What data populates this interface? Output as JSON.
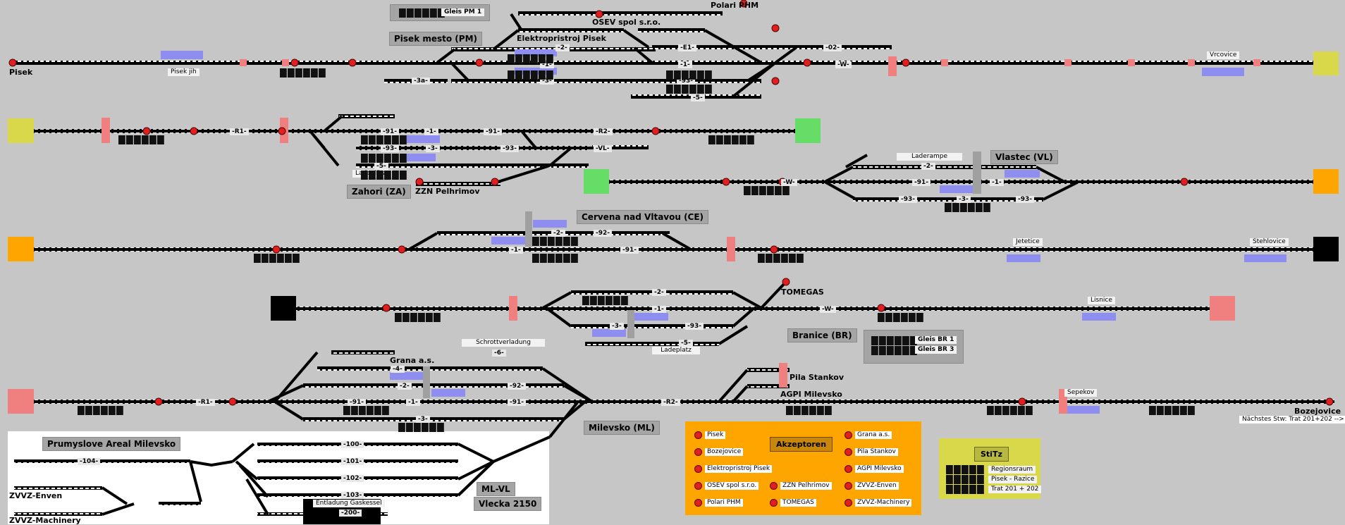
{
  "stations": {
    "pisek": "Pisek",
    "pisek_jih": "Pisek jih",
    "pisek_mesto": "Pisek mesto (PM)",
    "gleis_pm": "Gleis PM 1",
    "elektropristroj": "Elektropristroj Pisek",
    "osev": "OSEV spol s.r.o.",
    "polari": "Polari PHM",
    "vrcovice": "Vrcovice",
    "zahori": "Zahori (ZA)",
    "ladeplaetze": "Ladeplätze",
    "zzn": "ZZN Pelhrimov",
    "laderampe": "Laderampe",
    "vlastec": "Vlastec (VL)",
    "cervena": "Cervena nad Vltavou (CE)",
    "jetetice": "Jetetice",
    "stehlovice": "Stehlovice",
    "tomegas": "TOMEGAS",
    "branice": "Branice (BR)",
    "gleis_br1": "Gleis BR 1",
    "gleis_br3": "Gleis BR 3",
    "ladeplatz": "Ladeplatz",
    "lisnice": "Lisnice",
    "schrottverladung": "Schrottverladung",
    "grana": "Grana a.s.",
    "pila": "Pila Stankov",
    "agpi": "AGPI Milevsko",
    "sepekov": "Sepekov",
    "milevsko": "Milevsko (ML)",
    "bozejovice": "Bozejovice",
    "naechstes": "Nächstes Stw: Trat 201+202 -->",
    "areal": "Prumyslove Areal Milevsko",
    "zvvz_enven": "ZVVZ-Enven",
    "zvvz_machinery": "ZVVZ-Machinery",
    "entladung": "Entladung Gaskessel",
    "ml_vl": "ML-VL",
    "vlecka": "Vlecka 2150"
  },
  "tracks": {
    "t_1": "-1-",
    "t_2": "-2-",
    "t_3": "-3-",
    "t_3a": "-3a-",
    "t_e1": "-E1-",
    "t_93": "-93-",
    "t_5": "-5-",
    "t_02": "-02-",
    "t_w": "-W-",
    "t_r1": "-R1-",
    "t_91": "-91-",
    "t_r2": "-R2-",
    "t_vl": "-VL-",
    "t_92": "-92-",
    "t_6": "-6-",
    "t_100": "-100-",
    "t_101": "-101-",
    "t_102": "-102-",
    "t_103": "-103-",
    "t_104": "-104-",
    "t_200": "-200-"
  },
  "legend": {
    "title": "Akzeptoren",
    "col1": [
      "Pisek",
      "Bozejovice",
      "Elektropristroj Pisek",
      "OSEV spol s.r.o.",
      "Polari PHM"
    ],
    "col2": [
      "ZZN Pelhrimov",
      "TOMEGAS"
    ],
    "col3": [
      "Grana a.s.",
      "Pila Stankov",
      "AGPI Milevsko",
      "ZVVZ-Enven",
      "ZVVZ-Machinery"
    ]
  },
  "stitz": {
    "title": "StiTz",
    "rows": [
      "Regionsraum",
      "Pisek - Razice",
      "Trat 201 + 202"
    ]
  },
  "colors": {
    "background": "#c6c6c6",
    "track": "#000000",
    "block_blue": "#8e8ef0",
    "block_pink": "#f08080",
    "yellow_end": "#d8d84a",
    "green_end": "#66dd66",
    "orange_end": "#ffa500",
    "black_end": "#000000",
    "signal_red": "#e02020",
    "legend_bg": "#ffa500",
    "stitz_bg": "#d8d84a"
  }
}
